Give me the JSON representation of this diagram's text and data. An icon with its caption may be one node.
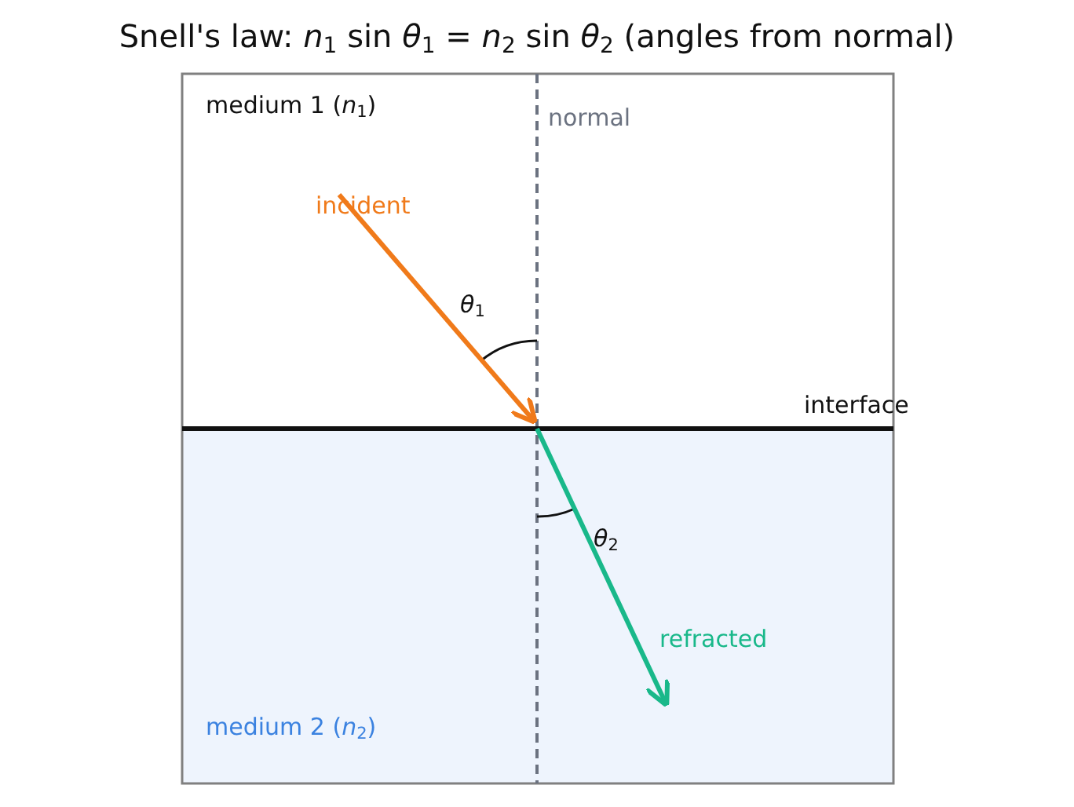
{
  "diagram": {
    "title": "Snell's law: *n*$_{1}$ sin *θ*$_{1}$ = *n*$_{2}$ sin *θ*$_{2}$ (angles from normal)",
    "labels": [
      "medium 1 (*n*$_{1}$)",
      "normal",
      "incident",
      "*θ*$_{1}$",
      "interface",
      "*θ*$_{2}$",
      "refracted",
      "medium 2 (*n*$_{2}$)"
    ]
  }
}
